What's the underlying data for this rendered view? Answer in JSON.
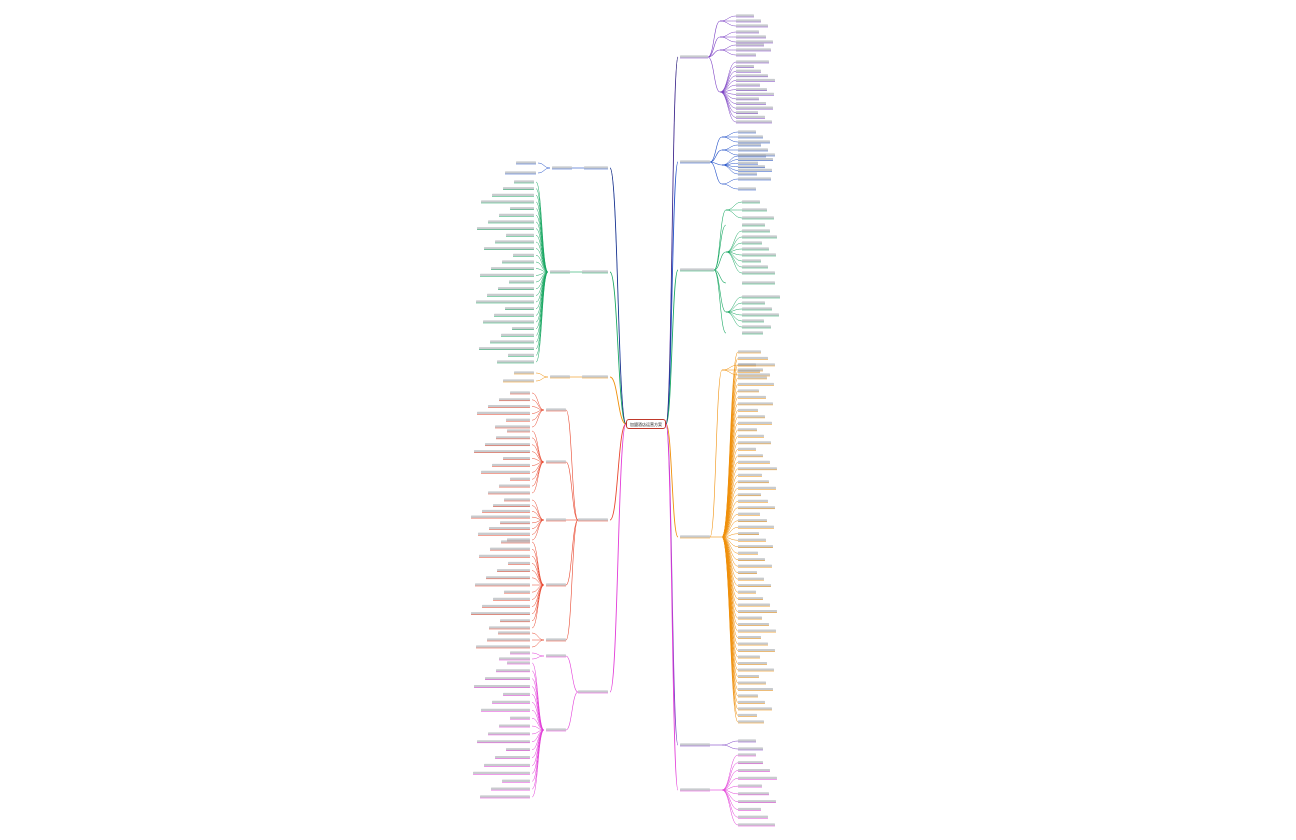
{
  "root": {
    "label": "加盟酒店运营方案"
  },
  "colors": {
    "root_border": "#c0392b",
    "trunk": "#1f2a6b",
    "purple": "#7b3fc4",
    "blue": "#2150c8",
    "green": "#1aa863",
    "orange": "#f0900a",
    "red": "#e8452c",
    "pink": "#e23ad8"
  },
  "branches": [
    {
      "key": "r1",
      "color": "purple",
      "side": "right",
      "count": [
        3,
        3,
        3,
        14
      ]
    },
    {
      "key": "r2",
      "color": "blue",
      "side": "right",
      "count": [
        4,
        6
      ]
    },
    {
      "key": "r3",
      "color": "green",
      "side": "right",
      "count": [
        3,
        8,
        7,
        5
      ]
    },
    {
      "key": "r4",
      "color": "orange",
      "side": "right",
      "count": [
        4,
        58
      ]
    },
    {
      "key": "r5",
      "color": "purple",
      "side": "right",
      "count": [
        2
      ]
    },
    {
      "key": "r6",
      "color": "pink",
      "side": "right",
      "count": [
        10
      ]
    },
    {
      "key": "l1",
      "color": "blue",
      "side": "left",
      "count": [
        2
      ]
    },
    {
      "key": "l2",
      "color": "green",
      "side": "left",
      "count": [
        28
      ]
    },
    {
      "key": "l3",
      "color": "orange",
      "side": "left",
      "count": [
        2
      ]
    },
    {
      "key": "l4",
      "color": "red",
      "side": "left",
      "count": [
        6,
        10,
        8,
        13,
        3
      ]
    },
    {
      "key": "l5",
      "color": "pink",
      "side": "left",
      "count": [
        2,
        18
      ]
    }
  ]
}
